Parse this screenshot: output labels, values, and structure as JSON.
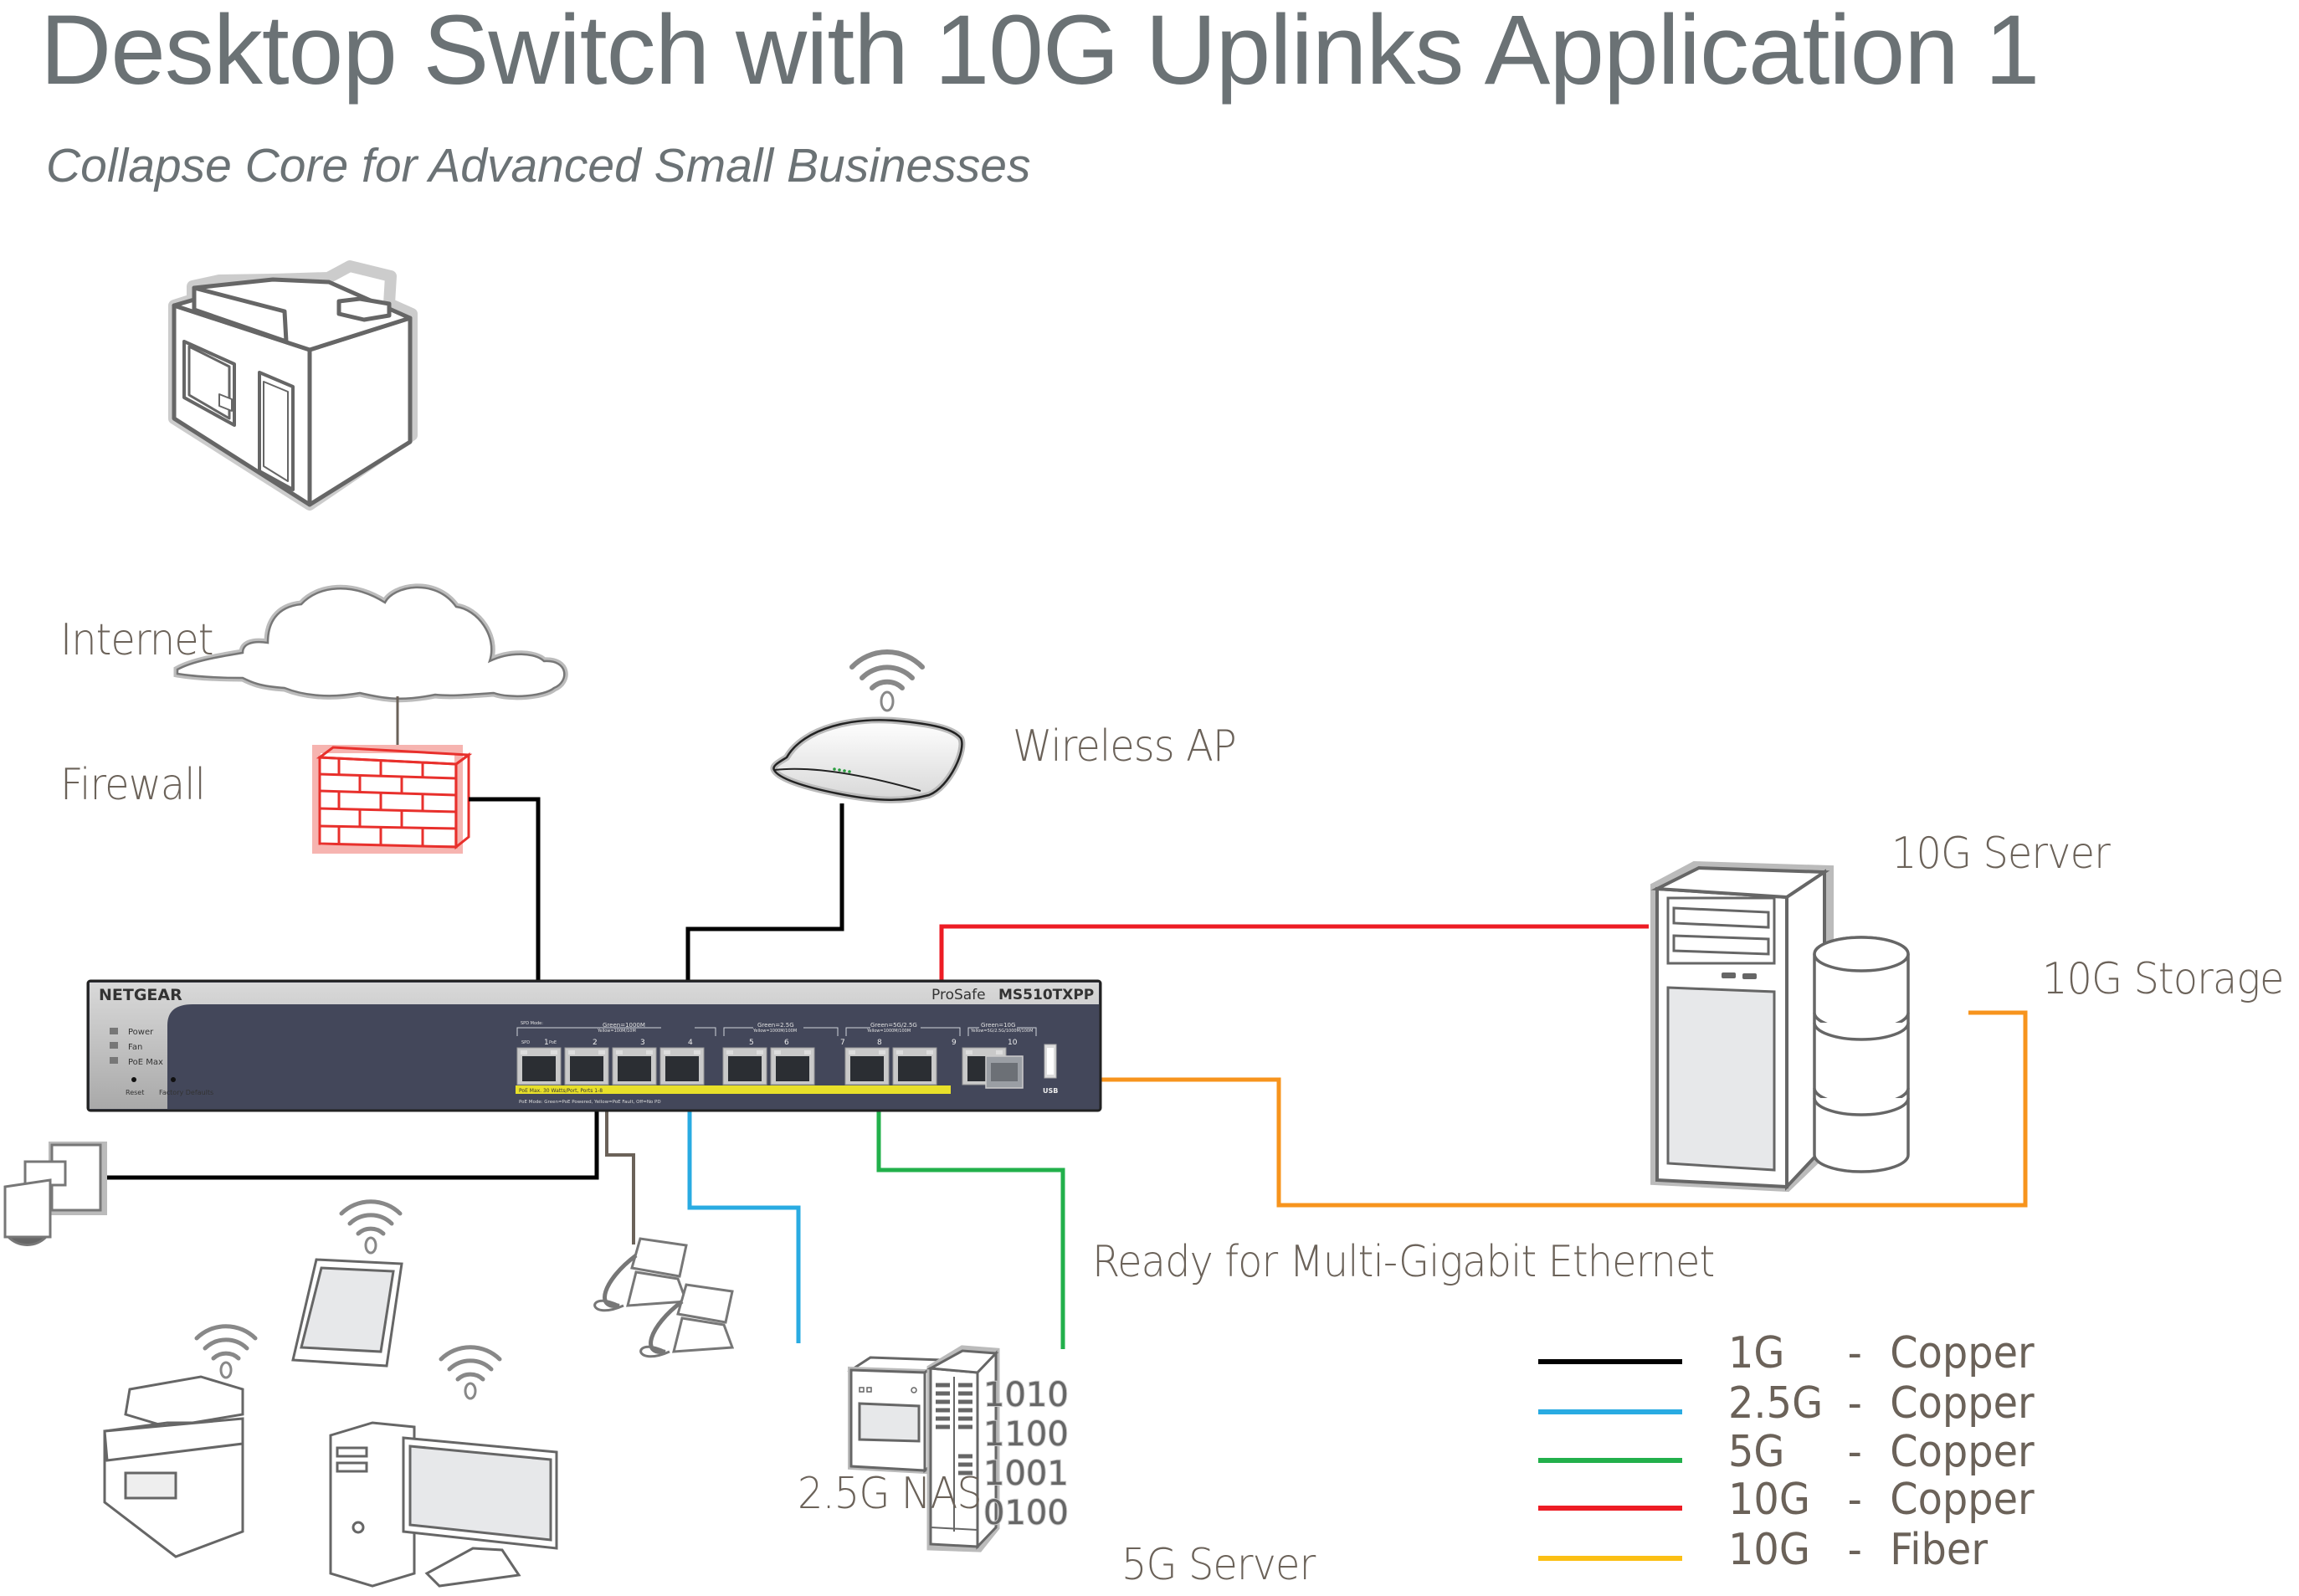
{
  "header": {
    "title": "Desktop Switch with 10G Uplinks Application 1",
    "subtitle": "Collapse Core for Advanced Small Businesses"
  },
  "nodes": {
    "building": {
      "icon": "building-icon"
    },
    "internet": {
      "label": "Internet",
      "icon": "cloud-icon"
    },
    "firewall": {
      "label": "Firewall",
      "icon": "firewall-icon"
    },
    "wireless_ap": {
      "label": "Wireless AP",
      "icon": "access-point-icon"
    },
    "server_10g": {
      "label": "10G Server",
      "icon": "tower-server-icon"
    },
    "storage_10g": {
      "label": "10G Storage",
      "icon": "storage-cylinder-icon"
    },
    "multigig_note": {
      "label": "Ready for Multi-Gigabit Ethernet"
    },
    "nas": {
      "label": "2.5G NAS",
      "icon": "nas-icon"
    },
    "server_5g": {
      "label": "5G Server",
      "icon": "rack-server-icon",
      "binary": [
        "1010",
        "1100",
        "1001",
        "0100"
      ]
    },
    "camera": {
      "icon": "ip-camera-icon"
    },
    "phones": {
      "icon": "ip-phone-icon"
    },
    "tablet": {
      "icon": "tablet-icon"
    },
    "printer": {
      "icon": "printer-icon"
    },
    "desktop": {
      "icon": "desktop-pc-icon"
    }
  },
  "switch": {
    "brand": "NETGEAR",
    "model_prefix": "ProSafe",
    "model": "MS510TXPP",
    "leds": [
      "Power",
      "Fan",
      "PoE Max"
    ],
    "buttons": [
      "Reset",
      "Factory Defaults"
    ],
    "groups": [
      {
        "title": "Green=1000M",
        "sub": "Yellow=100M/10M",
        "ports": [
          "1",
          "2",
          "3",
          "4"
        ]
      },
      {
        "title": "Green=2.5G",
        "sub": "Yellow=1000M/100M",
        "ports": [
          "5",
          "6"
        ]
      },
      {
        "title": "Green=5G/2.5G",
        "sub": "Yellow=1000M/100M",
        "ports": [
          "7",
          "8"
        ]
      },
      {
        "title": "Green=10G",
        "sub": "Yellow=5G/2.5G/1000M/100M",
        "ports": [
          "9",
          "10"
        ]
      }
    ],
    "spd_mode": "SPD Mode:",
    "spd": "SPD",
    "poe": "PoE",
    "poe_max_note": "PoE Max. 30 Watts/Port, Ports 1-8",
    "poe_mode_note": "PoE Mode: Green=PoE Powered, Yellow=PoE Fault, Off=No PD",
    "usb": "USB"
  },
  "links": [
    {
      "from": "firewall",
      "to": "port 1",
      "speed": "1G",
      "medium": "Copper",
      "color": "#000000"
    },
    {
      "from": "wireless_ap",
      "to": "port 4",
      "speed": "1G",
      "medium": "Copper",
      "color": "#000000"
    },
    {
      "from": "camera",
      "to": "port 2",
      "speed": "1G",
      "medium": "Copper",
      "color": "#000000"
    },
    {
      "from": "phones",
      "to": "port 3",
      "speed": "",
      "medium": "",
      "color": "#6b6259"
    },
    {
      "from": "nas",
      "to": "port 5",
      "speed": "2.5G",
      "medium": "Copper",
      "color": "#29abe2"
    },
    {
      "from": "server_5g",
      "to": "port 8",
      "speed": "5G",
      "medium": "Copper",
      "color": "#22b04b"
    },
    {
      "from": "server_10g",
      "to": "port 9",
      "speed": "10G",
      "medium": "Copper",
      "color": "#ed1c24"
    },
    {
      "from": "storage_10g",
      "to": "port 10",
      "speed": "10G",
      "medium": "Fiber",
      "color": "#f7941d"
    }
  ],
  "legend": [
    {
      "speed": "1G",
      "dash": "-",
      "medium": "Copper",
      "color": "#000000"
    },
    {
      "speed": "2.5G",
      "dash": "-",
      "medium": "Copper",
      "color": "#29abe2"
    },
    {
      "speed": "5G",
      "dash": "-",
      "medium": "Copper",
      "color": "#22b04b"
    },
    {
      "speed": "10G",
      "dash": "-",
      "medium": "Copper",
      "color": "#ed1c24"
    },
    {
      "speed": "10G",
      "dash": "-",
      "medium": "Fiber",
      "color": "#fbbf14"
    }
  ]
}
